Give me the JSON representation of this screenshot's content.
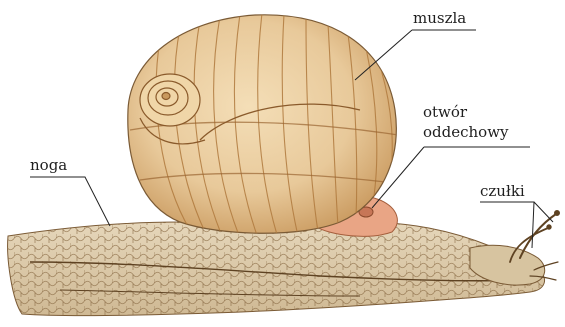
{
  "labels": {
    "muszla": "muszla",
    "otwor_line1": "otwór",
    "otwor_line2": "oddechowy",
    "noga": "noga",
    "czulki": "czułki"
  },
  "colors": {
    "background": "#ffffff",
    "shell_fill": "#e8c99a",
    "shell_stripe": "#b07a3e",
    "foot_fill": "#d9c8a8",
    "foot_pattern": "#8a6b45",
    "pneumostome": "#e9a585",
    "leader_line": "#222222"
  }
}
